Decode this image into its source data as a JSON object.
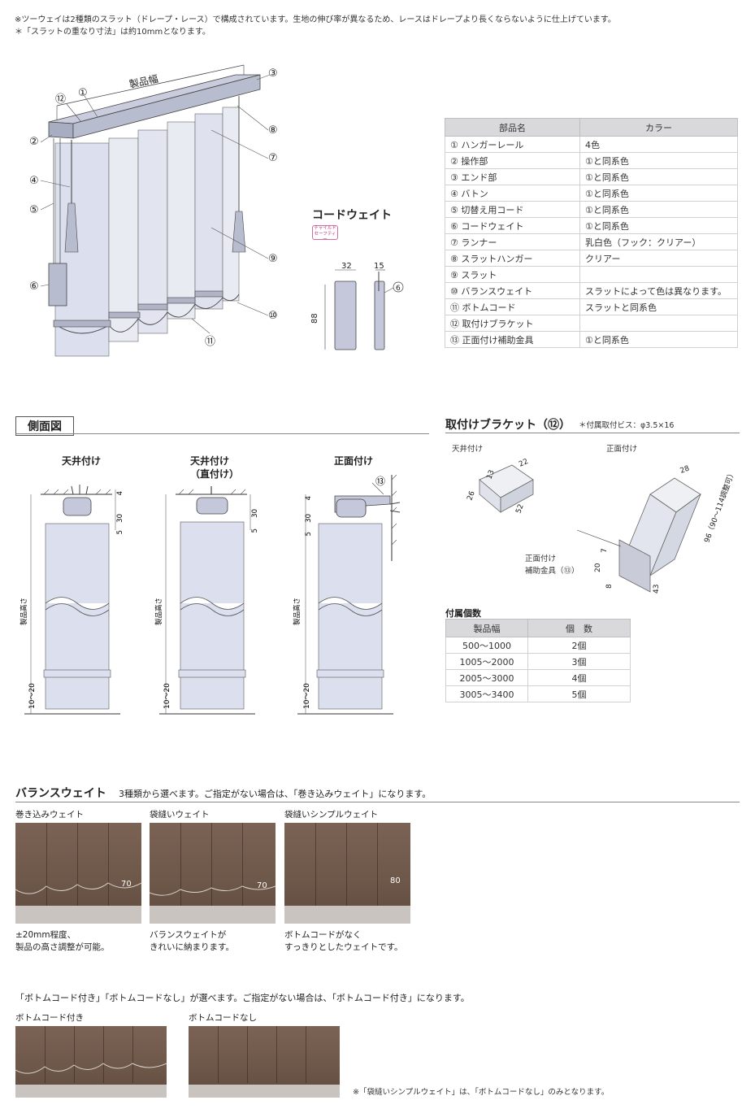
{
  "intro": {
    "line1": "※ツーウェイは2種類のスラット（ドレープ・レース）で構成されています。生地の伸び率が異なるため、レースはドレープより長くならないように仕上げています。",
    "line2": "＊「スラットの重なり寸法」は約10mmとなります。"
  },
  "diagram": {
    "width_label": "製品幅",
    "callouts": [
      "①",
      "②",
      "③",
      "④",
      "⑤",
      "⑥",
      "⑧",
      "⑦",
      "⑨",
      "⑩",
      "⑪",
      "⑫"
    ]
  },
  "cord_weight": {
    "title": "コードウェイト",
    "badge": "チャイルド セーフティー",
    "dim_w": "32",
    "dim_d": "15",
    "dim_h": "88",
    "callout": "6"
  },
  "parts_table": {
    "headers": [
      "部品名",
      "カラー"
    ],
    "rows": [
      [
        "① ハンガーレール",
        "4色"
      ],
      [
        "② 操作部",
        "①と同系色"
      ],
      [
        "③ エンド部",
        "①と同系色"
      ],
      [
        "④ バトン",
        "①と同系色"
      ],
      [
        "⑤ 切替え用コード",
        "①と同系色"
      ],
      [
        "⑥ コードウェイト",
        "①と同系色"
      ],
      [
        "⑦ ランナー",
        "乳白色（フック：クリアー）"
      ],
      [
        "⑧ スラットハンガー",
        "クリアー"
      ],
      [
        "⑨ スラット",
        ""
      ],
      [
        "⑩ バランスウェイト",
        "スラットによって色は異なります。"
      ],
      [
        "⑪ ボトムコード",
        "スラットと同系色"
      ],
      [
        "⑫ 取付けブラケット",
        ""
      ],
      [
        "⑬ 正面付け補助金具",
        "①と同系色"
      ]
    ]
  },
  "side_view": {
    "title": "側面図",
    "views": [
      {
        "title": "天井付け",
        "subtitle": ""
      },
      {
        "title": "天井付け",
        "subtitle": "（直付け）"
      },
      {
        "title": "正面付け",
        "subtitle": ""
      }
    ],
    "dims": {
      "a": "4",
      "b": "30",
      "c": "5",
      "height": "製品高さ",
      "bottom": "10～20",
      "callout13": "⑬"
    }
  },
  "bracket": {
    "title": "取付けブラケット（⑫）",
    "note": "＊付属取付ビス：φ3.5×16",
    "ceiling_label": "天井付け",
    "front_label": "正面付け",
    "ceiling_dims": [
      "22",
      "13",
      "26",
      "52"
    ],
    "front_dims": [
      "28",
      "96（90～114調整可）",
      "7",
      "20",
      "8",
      "43"
    ],
    "aux_label_1": "正面付け",
    "aux_label_2": "補助金具（⑬）"
  },
  "count_table": {
    "title": "付属個数",
    "headers": [
      "製品幅",
      "個　数"
    ],
    "rows": [
      [
        "500～1000",
        "2個"
      ],
      [
        "1005～2000",
        "3個"
      ],
      [
        "2005～3000",
        "4個"
      ],
      [
        "3005～3400",
        "5個"
      ]
    ]
  },
  "balance_weight": {
    "title": "バランスウェイト",
    "desc": "3種類から選べます。ご指定がない場合は、「巻き込みウェイト」になります。",
    "items": [
      {
        "label": "巻き込みウェイト",
        "dim": "70",
        "cap1": "±20mm程度、",
        "cap2": "製品の高さ調整が可能。"
      },
      {
        "label": "袋縫いウェイト",
        "dim": "70",
        "cap1": "バランスウェイトが",
        "cap2": "きれいに納まります。"
      },
      {
        "label": "袋縫いシンプルウェイト",
        "dim": "80",
        "cap1": "ボトムコードがなく",
        "cap2": "すっきりとしたウェイトです。"
      }
    ]
  },
  "bottom_cord": {
    "desc": "「ボトムコード付き」「ボトムコードなし」が選べます。ご指定がない場合は、「ボトムコード付き」になります。",
    "items": [
      {
        "label": "ボトムコード付き"
      },
      {
        "label": "ボトムコードなし"
      }
    ],
    "note": "※「袋縫いシンプルウェイト」は、「ボトムコードなし」のみとなります。"
  },
  "colors": {
    "line": "#444444",
    "slat": "#dcdfee",
    "rail": "#b8bccf",
    "fabric": "#6f5a4c"
  }
}
